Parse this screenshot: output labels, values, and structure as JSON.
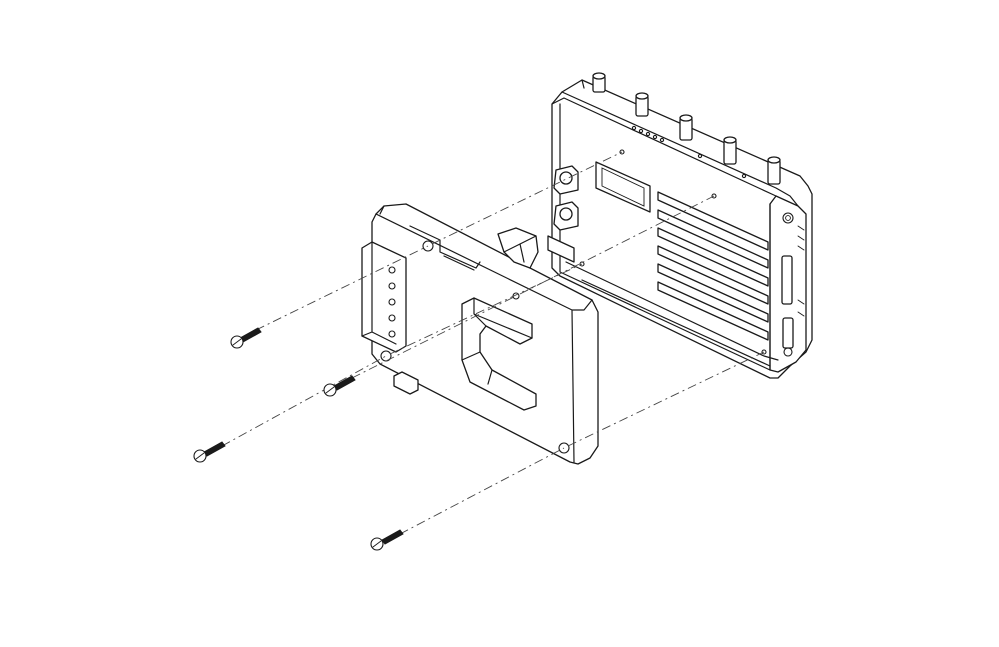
{
  "figure": {
    "description_visible_text": "",
    "background_color": "#ffffff",
    "line_color": "#1a1a1a",
    "screw_count": 4,
    "icons": [
      "screw-icon",
      "transmitter-housing",
      "battery-plate"
    ]
  }
}
